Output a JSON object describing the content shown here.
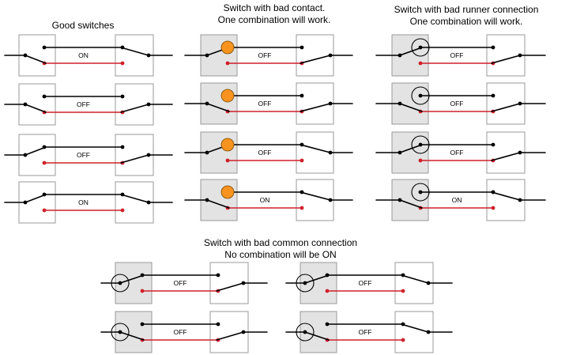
{
  "titles": {
    "good": "Good switches",
    "bad_contact": [
      "Switch with bad contact.",
      "One combination will work."
    ],
    "bad_runner": [
      "Switch with bad runner connection",
      "One combination will work."
    ],
    "bad_common": [
      "Switch with bad common connection",
      "No combination will be ON"
    ]
  },
  "state_labels": {
    "good": [
      "ON",
      "OFF",
      "OFF",
      "ON"
    ],
    "bad_contact": [
      "OFF",
      "OFF",
      "OFF",
      "ON"
    ],
    "bad_runner": [
      "OFF",
      "OFF",
      "OFF",
      "ON"
    ],
    "bad_common": [
      "OFF",
      "OFF",
      "OFF",
      "OFF"
    ]
  },
  "colors": {
    "black_runner": "#000000",
    "red_runner": "#d0202a",
    "box_border": "#999999",
    "faulty_box_fill": "#e3e3e3",
    "bad_contact_dot": "#f7931e"
  },
  "legend_of_faults": {
    "bad_contact": "orange-dot-marker",
    "bad_runner": "circle-marker-on-runner",
    "bad_common": "circle-marker-on-common"
  }
}
